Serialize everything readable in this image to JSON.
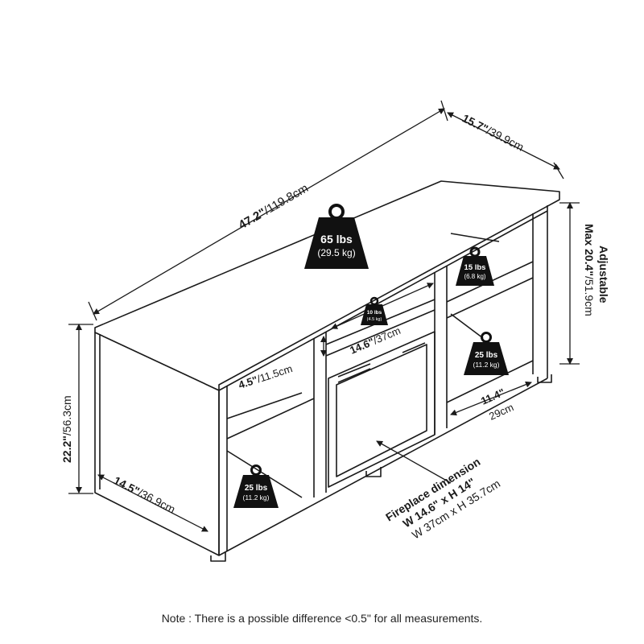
{
  "dimensions": {
    "width_in": "47.2\"",
    "width_cm": "/119.8cm",
    "depth_in": "15.7\"",
    "depth_cm": "/39.9cm",
    "height_in": "22.2\"",
    "height_cm": "/56.3cm",
    "side_depth_in": "14.5\"",
    "side_depth_cm": "/36.9cm",
    "shelf_gap_in": "4.5\"",
    "shelf_gap_cm": "/11.5cm",
    "insert_width_in": "14.6\"",
    "insert_width_cm": "/37cm",
    "shelf_depth_in": "11.4\"",
    "shelf_depth_cm": "29cm",
    "adjustable_label": "Adjustable",
    "adjustable_in": "Max 20.4\"",
    "adjustable_cm": "/51.9cm"
  },
  "weights": {
    "top": {
      "lbs": "65 lbs",
      "kg": "(29.5 kg)"
    },
    "center": {
      "lbs": "10 lbs",
      "kg": "(4.5 kg)"
    },
    "right_upper": {
      "lbs": "15 lbs",
      "kg": "(6.8 kg)"
    },
    "right_lower": {
      "lbs": "25 lbs",
      "kg": "(11.2 kg)"
    },
    "left_lower": {
      "lbs": "25 lbs",
      "kg": "(11.2 kg)"
    }
  },
  "fireplace": {
    "title": "Fireplace dimension",
    "size_in": "W 14.6\" x H 14\"",
    "size_cm": "W 37cm x H 35.7cm"
  },
  "note": "Note : There is a possible difference <0.5\" for all measurements.",
  "colors": {
    "line": "#1a1a1a",
    "weight_fill": "#111111",
    "background": "#ffffff"
  }
}
